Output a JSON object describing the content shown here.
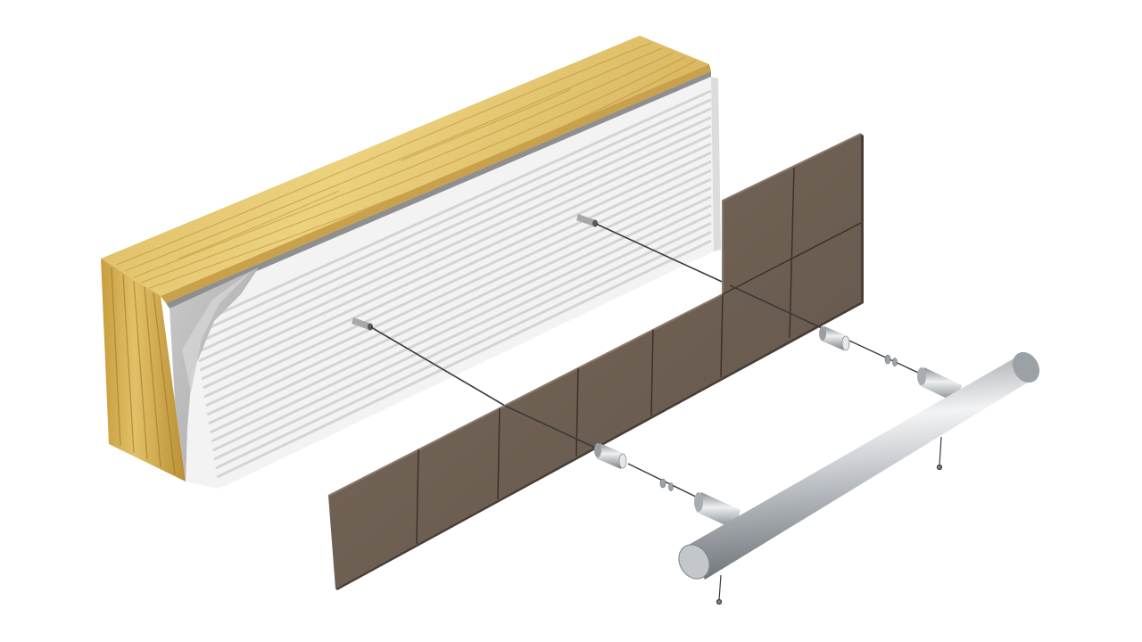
{
  "scene": {
    "colors": {
      "background": "#ffffff",
      "wood_light": "#e7c86f",
      "wood_mid": "#cfa94a",
      "wood_dark": "#a9822f",
      "insulation_light": "#f7f7f7",
      "insulation_shadow": "#cfcfcf",
      "foam_gray": "#b9b9b9",
      "tile": "#6e5f52",
      "tile_edge": "#4a3f36",
      "tile_grout": "#3b322b",
      "steel_light": "#eef0f2",
      "steel_mid": "#b9bdc2",
      "steel_dark": "#7d8288",
      "rod": "#3a3a3a"
    },
    "components": [
      "wood-wall-block",
      "insulation-layer",
      "anchor-bolts",
      "tile-panel",
      "standoff-spacers",
      "towel-bar"
    ]
  }
}
